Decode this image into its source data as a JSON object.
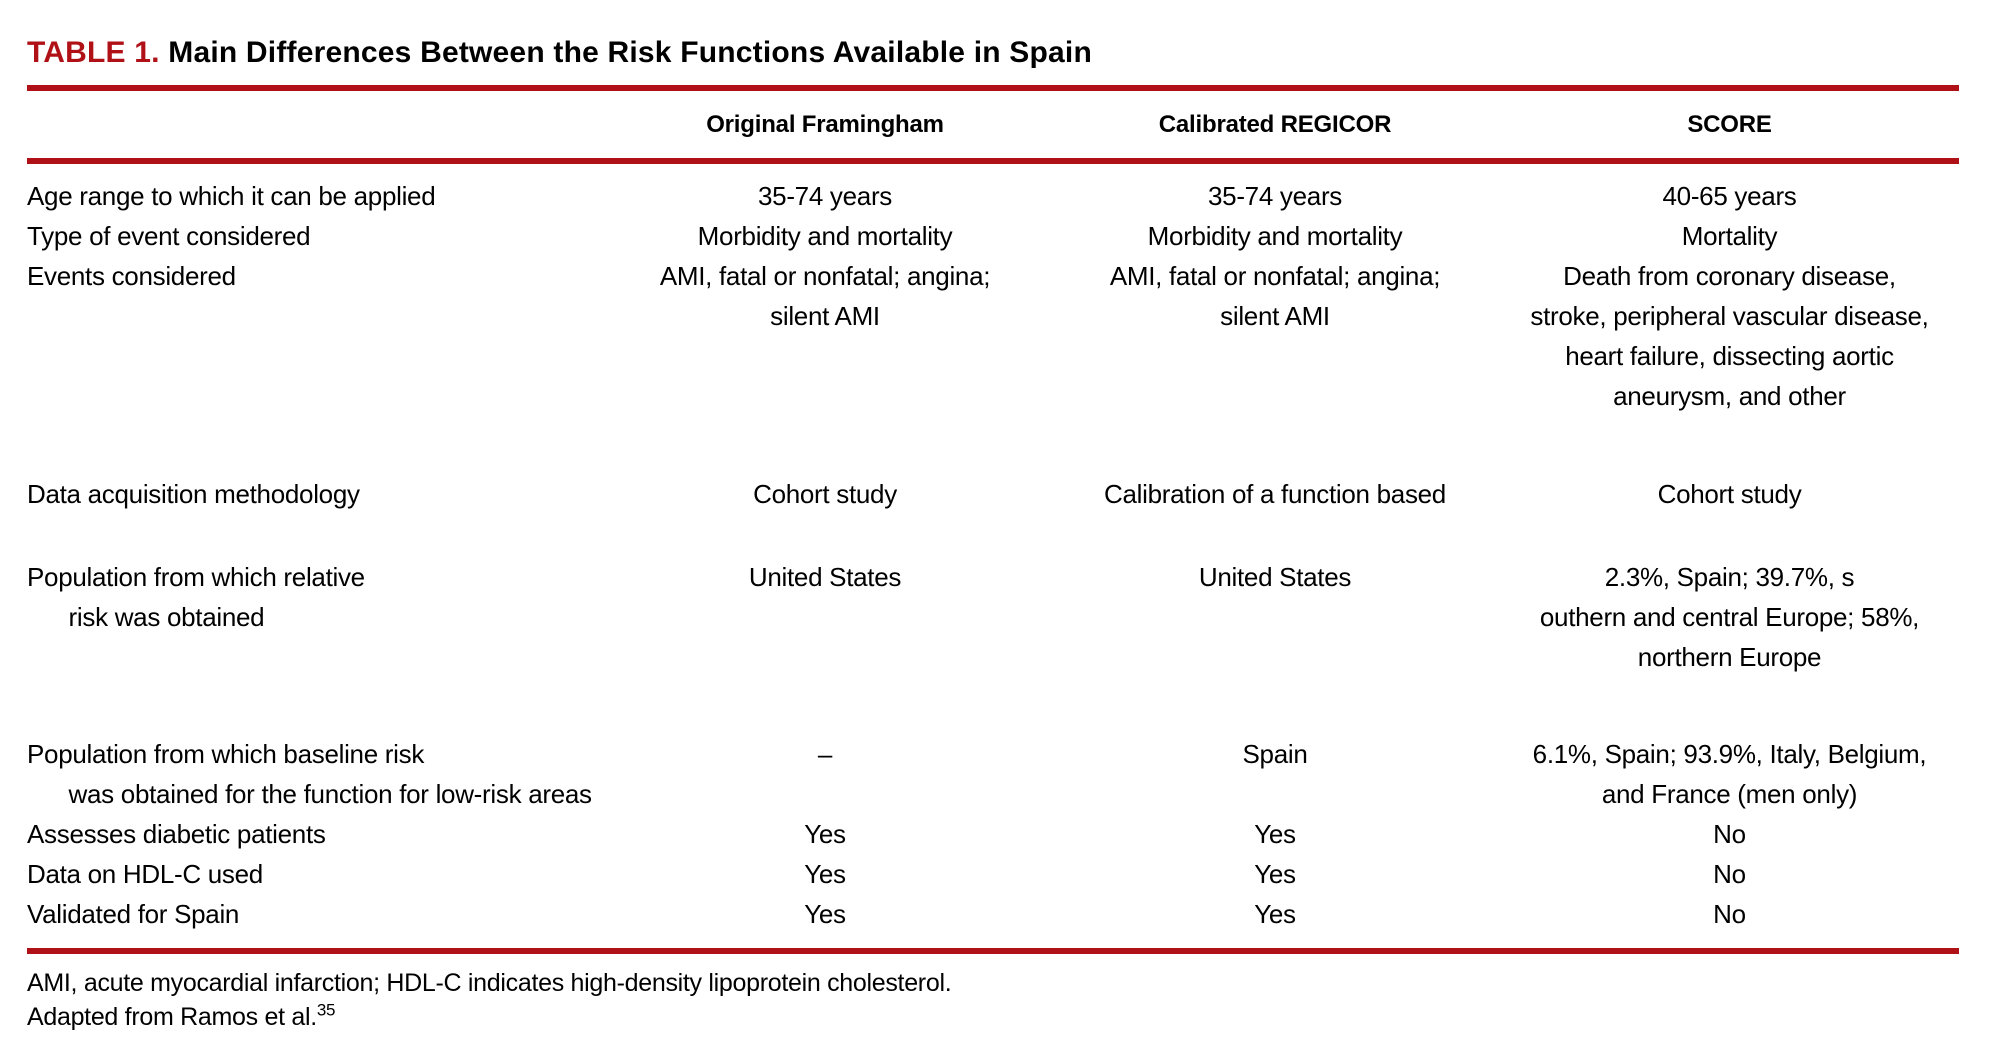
{
  "colors": {
    "accent_red": "#b01116",
    "text": "#000000",
    "background": "#ffffff"
  },
  "title": {
    "label": "TABLE 1. ",
    "text": "Main Differences Between the Risk Functions Available in Spain"
  },
  "table": {
    "headers": {
      "label": "",
      "framingham": "Original Framingham",
      "regicor": "Calibrated REGICOR",
      "score": "SCORE"
    },
    "rows": [
      {
        "label": [
          "Age range to which it can be applied"
        ],
        "framingham": [
          "35-74 years"
        ],
        "regicor": [
          "35-74 years"
        ],
        "score": [
          "40-65 years"
        ]
      },
      {
        "label": [
          "Type of event considered"
        ],
        "framingham": [
          "Morbidity and mortality"
        ],
        "regicor": [
          "Morbidity and mortality"
        ],
        "score": [
          "Mortality"
        ]
      },
      {
        "label": [
          "Events considered"
        ],
        "framingham": [
          "AMI, fatal or nonfatal; angina;",
          "silent AMI"
        ],
        "regicor": [
          "AMI, fatal or nonfatal; angina;",
          "silent AMI"
        ],
        "score": [
          "Death from coronary disease,",
          "stroke, peripheral vascular disease,",
          "heart failure, dissecting aortic",
          "aneurysm, and other"
        ]
      },
      {
        "label": [
          "Data acquisition methodology"
        ],
        "framingham": [
          "Cohort study"
        ],
        "regicor": [
          "Calibration of a function based"
        ],
        "score": [
          "Cohort study"
        ]
      },
      {
        "label": [
          "Population from which relative",
          "      risk was obtained"
        ],
        "framingham": [
          "United States"
        ],
        "regicor": [
          "United States"
        ],
        "score": [
          "2.3%, Spain; 39.7%, s",
          "outhern and central Europe; 58%,",
          "northern Europe"
        ]
      },
      {
        "label": [
          "Population from which baseline risk",
          "      was obtained for the function for low-risk areas"
        ],
        "framingham": [
          "–"
        ],
        "regicor": [
          "Spain"
        ],
        "score": [
          "6.1%, Spain; 93.9%, Italy, Belgium,",
          "and France (men only)"
        ]
      },
      {
        "label": [
          "Assesses diabetic patients"
        ],
        "framingham": [
          "Yes"
        ],
        "regicor": [
          "Yes"
        ],
        "score": [
          "No"
        ]
      },
      {
        "label": [
          "Data on HDL-C used"
        ],
        "framingham": [
          "Yes"
        ],
        "regicor": [
          "Yes"
        ],
        "score": [
          "No"
        ]
      },
      {
        "label": [
          "Validated for Spain"
        ],
        "framingham": [
          "Yes"
        ],
        "regicor": [
          "Yes"
        ],
        "score": [
          "No"
        ]
      }
    ]
  },
  "footnotes": {
    "abbreviations": "AMI, acute myocardial infarction; HDL-C indicates high-density lipoprotein cholesterol.",
    "source_text": "Adapted from Ramos et al.",
    "source_ref": "35"
  }
}
